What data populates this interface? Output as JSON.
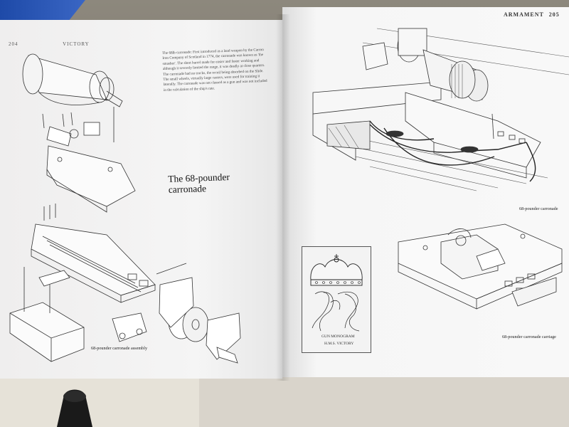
{
  "book": {
    "left_page": {
      "page_number": "204",
      "running_head": "VICTORY",
      "body_text": "The 68lb carronade: First introduced as a land weapon by the Carron Iron Company of Scotland in 1774, the carronade was known as 'the smasher'. The short barrel made for easier and faster working and although it severely limited the range, it was deadly at close quarters. The carronade had no trucks, the recoil being absorbed on the Slide. The small wheels, virtually large casters, were used for training it laterally. The carronade was not classed as a gun and was not included in the calculation of the ship's rate.",
      "title_line1": "The 68-pounder",
      "title_line2": "carronade",
      "assembly_caption": "68-pounder carronade assembly"
    },
    "right_page": {
      "running_head": "ARMAMENT",
      "page_number": "205",
      "carronade_caption": "68-pounder carronade",
      "monogram_caption1": "GUN MONOGRAM",
      "monogram_caption2": "H.M.S. VICTORY",
      "carriage_caption": "68-pounder carronade carriage"
    }
  },
  "colors": {
    "paper": "#f6f6f6",
    "ink": "#222222",
    "desk": "#7b766c",
    "blue_object": "#2a55b5"
  }
}
